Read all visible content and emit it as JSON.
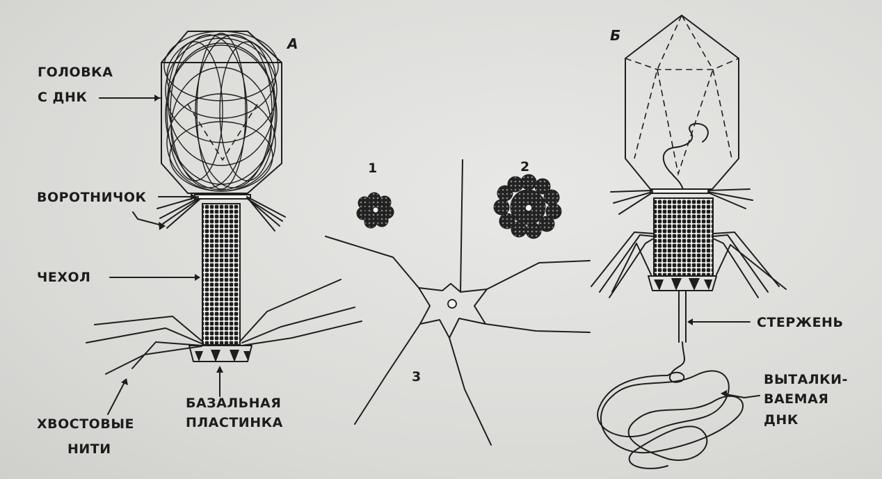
{
  "panels": {
    "a": "А",
    "b": "Б"
  },
  "numbers": {
    "n1": "1",
    "n2": "2",
    "n3": "3"
  },
  "labels": {
    "head_line1": "ГОЛОВКА",
    "head_line2": "С ДНК",
    "collar": "ВОРОТНИЧОК",
    "sheath": "ЧЕХОЛ",
    "tail_fibers_line1": "ХВОСТОВЫЕ",
    "tail_fibers_line2": "НИТИ",
    "baseplate_line1": "БАЗАЛЬНАЯ",
    "baseplate_line2": "ПЛАСТИНКА",
    "core": "СТЕРЖЕНЬ",
    "dna_line1": "ВЫТАЛКИ-",
    "dna_line2": "ВАЕМАЯ",
    "dna_line3": "ДНК"
  }
}
